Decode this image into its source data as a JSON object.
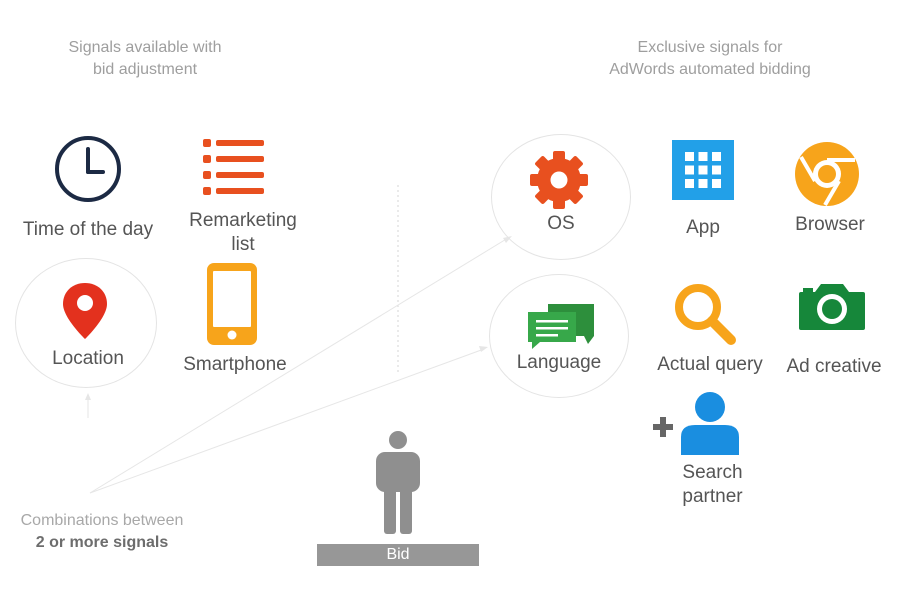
{
  "left_title": [
    "Signals available with",
    "bid adjustment"
  ],
  "right_title": [
    "Exclusive signals for",
    "AdWords automated bidding"
  ],
  "signals": {
    "time_of_day": "Time of the day",
    "remarketing": [
      "Remarketing",
      "list"
    ],
    "location": "Location",
    "smartphone": "Smartphone",
    "os": "OS",
    "app": "App",
    "browser": "Browser",
    "language": "Language",
    "actual_query": "Actual query",
    "ad_creative": "Ad creative",
    "search_partner": [
      "Search",
      "partner"
    ]
  },
  "combinations": [
    "Combinations between",
    "2 or more signals"
  ],
  "bid_label": "Bid",
  "colors": {
    "clock": "#1c2a44",
    "remarketing": "#e8501f",
    "location_pin": "#e3311e",
    "smartphone": "#f7a41b",
    "os_gear": "#e8501f",
    "app": "#22a0e8",
    "browser": "#f7a41b",
    "language": "#37a84a",
    "actual_query": "#f7a41b",
    "ad_creative": "#16873a",
    "search_partner": "#1a8ee0",
    "person": "#8f8f8f"
  }
}
